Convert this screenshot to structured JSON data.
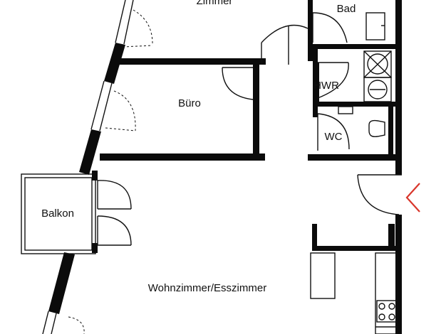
{
  "rooms": {
    "zimmer": "Zimmer",
    "bad": "Bad",
    "buero": "Büro",
    "hwr": "HWR",
    "wc": "WC",
    "balkon": "Balkon",
    "wohnen": "Wohnzimmer/Esszimmer"
  },
  "colors": {
    "wall": "#0b0b0b",
    "entrance_marker": "#d9362b"
  },
  "icons": {
    "entrance": "chevron-left-icon",
    "washer": "washing-machine-icon",
    "dryer": "dryer-icon",
    "toilet": "toilet-icon",
    "sink": "sink-icon",
    "stove": "stove-icon"
  }
}
